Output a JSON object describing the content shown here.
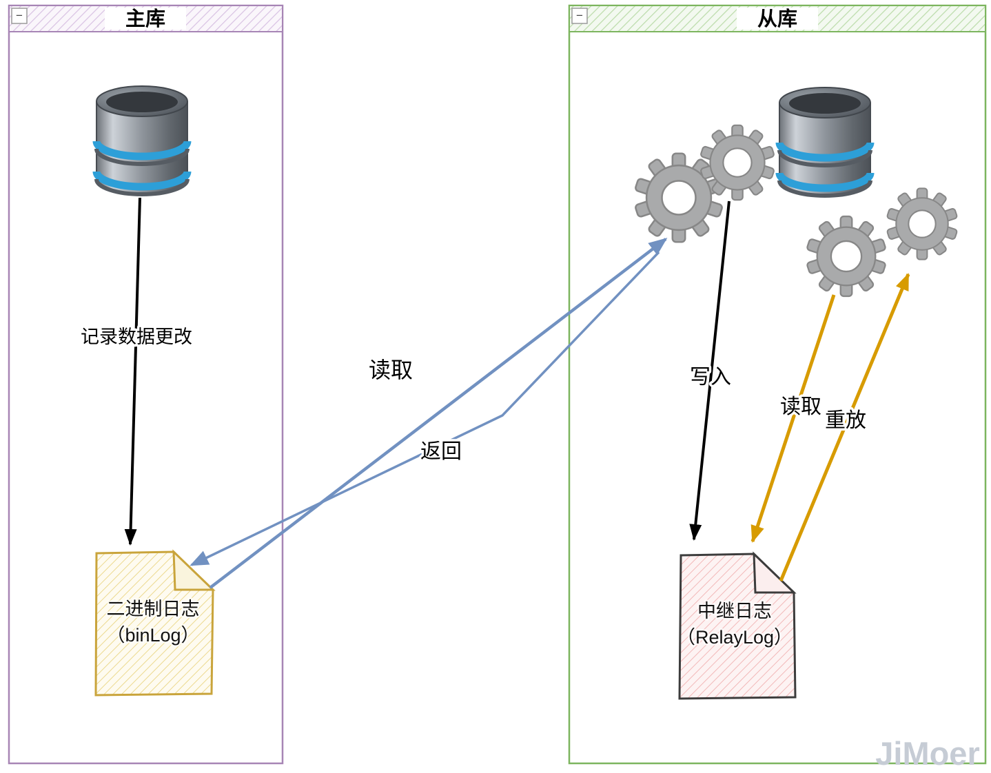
{
  "master_panel": {
    "title": "主库",
    "collapse_glyph": "−",
    "record_arrow_label": "记录数据更改",
    "binlog_doc": {
      "title": "二进制日志",
      "subtitle": "（binLog）"
    }
  },
  "slave_panel": {
    "title": "从库",
    "collapse_glyph": "−",
    "write_arrow_label": "写入",
    "read_arrow_label": "读取",
    "replay_arrow_label": "重放",
    "relaylog_doc": {
      "title": "中继日志",
      "subtitle": "（RelayLog）"
    }
  },
  "replication_flow": {
    "read_label": "读取",
    "return_label": "返回"
  },
  "watermark": "JiMoer",
  "colors": {
    "master_border": "#a785b5",
    "slave_border": "#7cb55e",
    "flow_blue": "#7191c1",
    "flow_orange": "#d79b00",
    "arrow_black": "#000000",
    "binlog_doc_border": "#c9a43b",
    "relaylog_doc_border": "#3c3c3c",
    "database_stripe_blue": "#2d9fd8",
    "gear_gray": "#a9aaab",
    "watermark_gray": "#c6ccd5"
  }
}
